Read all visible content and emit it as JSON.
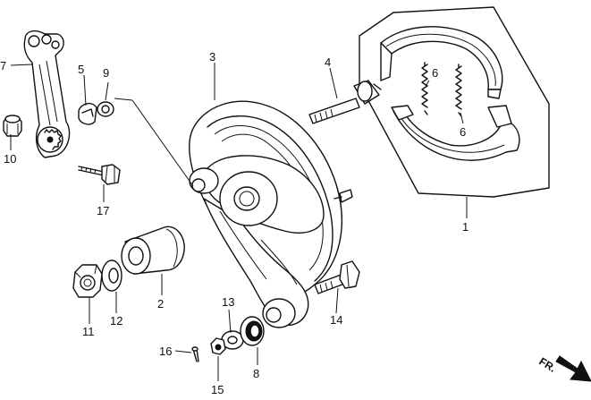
{
  "diagram": {
    "callouts": [
      {
        "id": "c1",
        "label": "1"
      },
      {
        "id": "c2",
        "label": "2"
      },
      {
        "id": "c3",
        "label": "3"
      },
      {
        "id": "c4",
        "label": "4"
      },
      {
        "id": "c5",
        "label": "5"
      },
      {
        "id": "c6a",
        "label": "6"
      },
      {
        "id": "c6b",
        "label": "6"
      },
      {
        "id": "c7",
        "label": "7"
      },
      {
        "id": "c8",
        "label": "8"
      },
      {
        "id": "c9",
        "label": "9"
      },
      {
        "id": "c10",
        "label": "10"
      },
      {
        "id": "c11",
        "label": "11"
      },
      {
        "id": "c12",
        "label": "12"
      },
      {
        "id": "c13",
        "label": "13"
      },
      {
        "id": "c14",
        "label": "14"
      },
      {
        "id": "c15",
        "label": "15"
      },
      {
        "id": "c16",
        "label": "16"
      },
      {
        "id": "c17",
        "label": "17"
      }
    ],
    "direction_label": "FR."
  }
}
